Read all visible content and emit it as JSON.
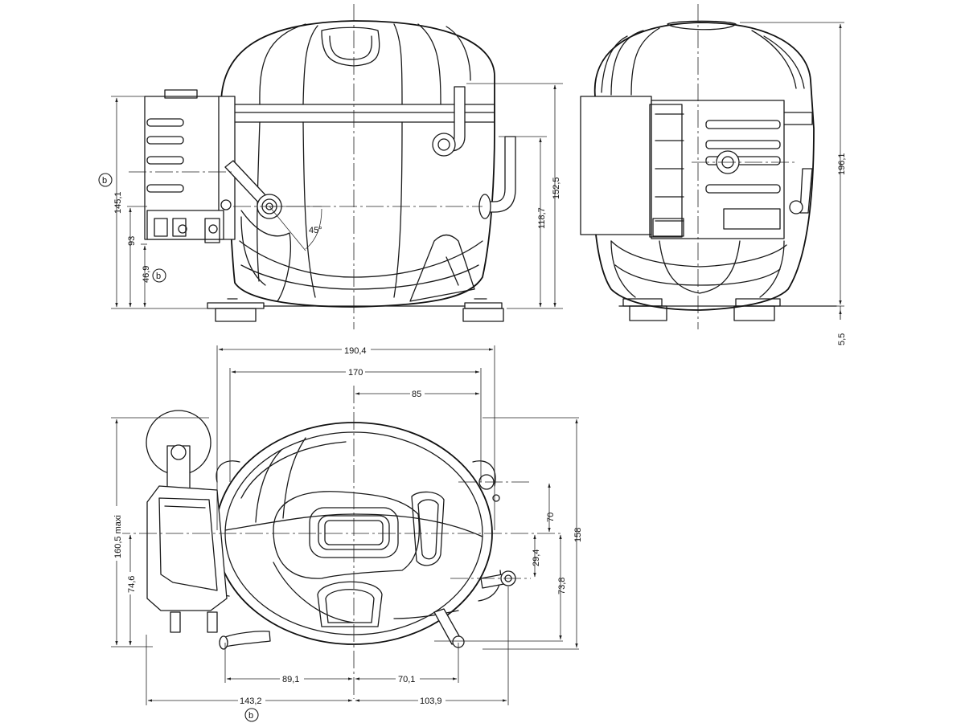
{
  "views": {
    "front": {
      "dims": {
        "overall_height": "152,5",
        "suction_height": "118,7",
        "terminal_box_height": "145,1",
        "connector_height": "93",
        "lower_height": "46,9",
        "angle": "45°"
      }
    },
    "side": {
      "dims": {
        "total_height": "196,1",
        "foot_offset": "5,5"
      }
    },
    "top": {
      "dims": {
        "mount_width": "190,4",
        "hole_spacing": "170",
        "half_spacing": "85",
        "vert_70": "70",
        "vert_29": "29,4",
        "vert_73": "73,8",
        "depth_158": "158",
        "max_depth": "160,5 maxi",
        "left_74": "74,6",
        "bottom_89": "89,1",
        "bottom_70": "70,1",
        "bottom_143": "143,2",
        "bottom_103": "103,9"
      }
    }
  },
  "labels": {
    "callout": "b"
  }
}
